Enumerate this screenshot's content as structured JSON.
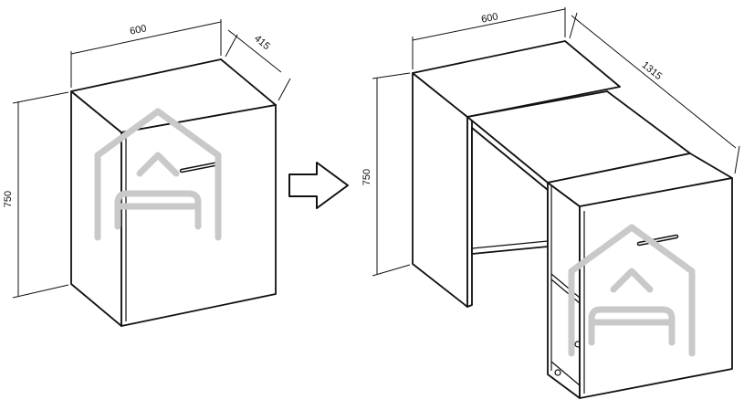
{
  "diagram": {
    "closed_cabinet": {
      "width_label": "600",
      "depth_label": "415",
      "height_label": "750"
    },
    "open_desk": {
      "width_label": "600",
      "extended_length_label": "1315",
      "height_label": "750"
    },
    "colors": {
      "line": "#111111",
      "watermark": "#c9c9c9",
      "background": "#ffffff"
    },
    "icons": [
      "house-sofa-watermark-icon",
      "right-arrow-icon",
      "door-handle-icon"
    ]
  }
}
